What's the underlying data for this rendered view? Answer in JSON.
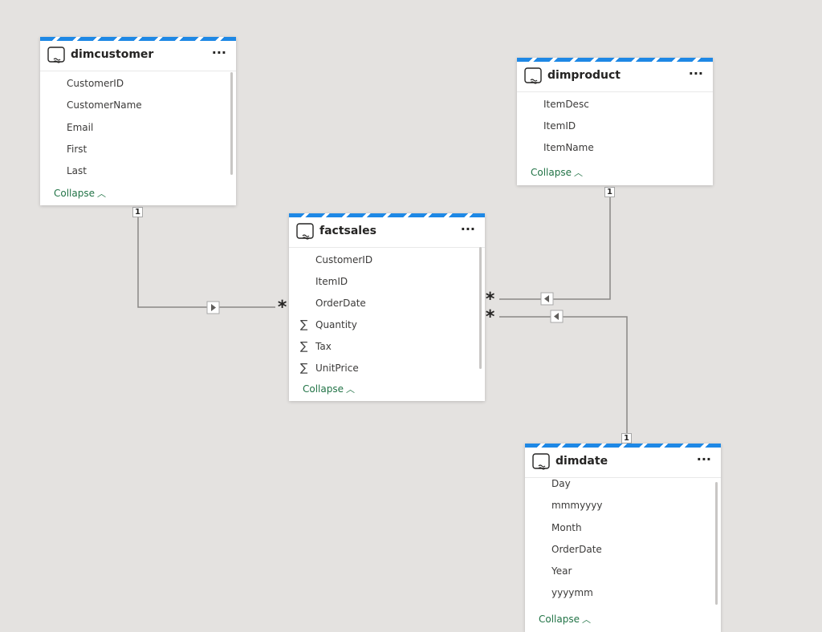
{
  "tables": {
    "dimcustomer": {
      "title": "dimcustomer",
      "fields": [
        "CustomerID",
        "CustomerName",
        "Email",
        "First",
        "Last"
      ],
      "collapse": "Collapse"
    },
    "dimproduct": {
      "title": "dimproduct",
      "fields": [
        "ItemDesc",
        "ItemID",
        "ItemName"
      ],
      "collapse": "Collapse"
    },
    "factsales": {
      "title": "factsales",
      "fields": [
        "CustomerID",
        "ItemID",
        "OrderDate",
        "Quantity",
        "Tax",
        "UnitPrice"
      ],
      "collapse": "Collapse"
    },
    "dimdate": {
      "title": "dimdate",
      "fields": [
        "Day",
        "mmmyyyy",
        "Month",
        "OrderDate",
        "Year",
        "yyyymm"
      ],
      "collapse": "Collapse"
    }
  },
  "cardinality": {
    "one": "1",
    "many": "*"
  },
  "icons": {
    "table": "table-icon",
    "more": "more-options-icon",
    "sum": "sigma-icon",
    "collapse": "chevron-up-icon",
    "direction": "filter-direction-arrow-icon"
  },
  "colors": {
    "canvas": "#e4e2e0",
    "accent_stripe": "#1e88e5",
    "collapse_text": "#217346",
    "relationship_line": "#8a8886"
  }
}
